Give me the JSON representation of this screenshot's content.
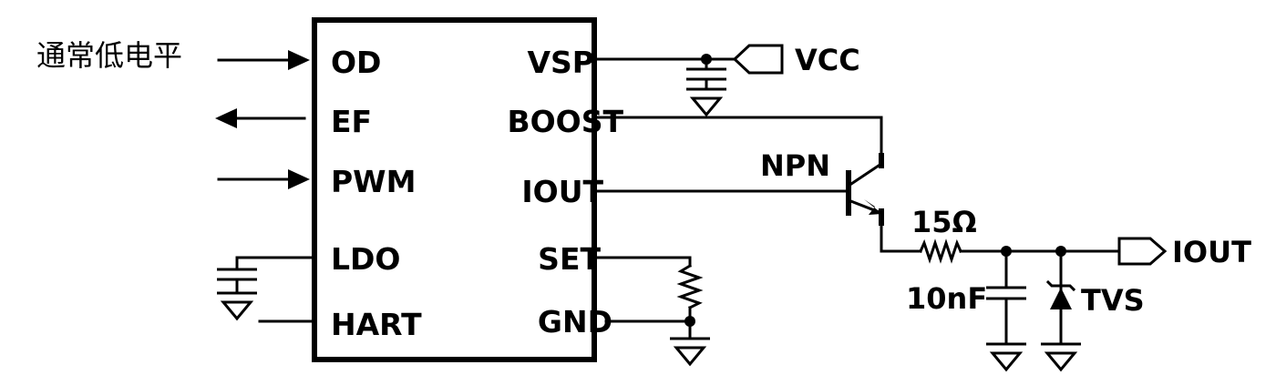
{
  "diagram": {
    "input_label": "通常低电平",
    "chip": {
      "left_pins": [
        "OD",
        "EF",
        "PWM",
        "LDO",
        "HART"
      ],
      "right_pins": [
        "VSP",
        "BOOST",
        "IOUT",
        "SET",
        "GND"
      ]
    },
    "vcc_label": "VCC",
    "transistor_label": "NPN",
    "resistor_label": "15Ω",
    "capacitor_label": "10nF",
    "tvs_label": "TVS",
    "output_label": "IOUT"
  }
}
